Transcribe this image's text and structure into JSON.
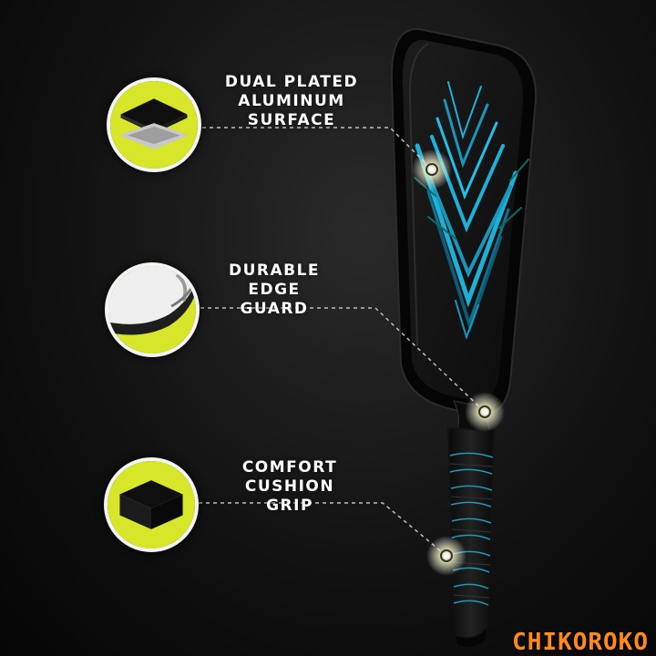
{
  "features": [
    {
      "line1": "DUAL PLATED",
      "line2": "ALUMINUM SURFACE",
      "icon": "layers-icon"
    },
    {
      "line1": "DURABLE",
      "line2": "EDGE GUARD",
      "icon": "edge-guard-icon"
    },
    {
      "line1": "COMFORT",
      "line2": "CUSHION GRIP",
      "icon": "cushion-block-icon"
    }
  ],
  "watermark": "CHIKOROKO",
  "colors": {
    "accent": "#d8e62a",
    "paddle_blue": "#1fb0d8",
    "background": "#121212",
    "watermark": "#ff8a1a"
  }
}
